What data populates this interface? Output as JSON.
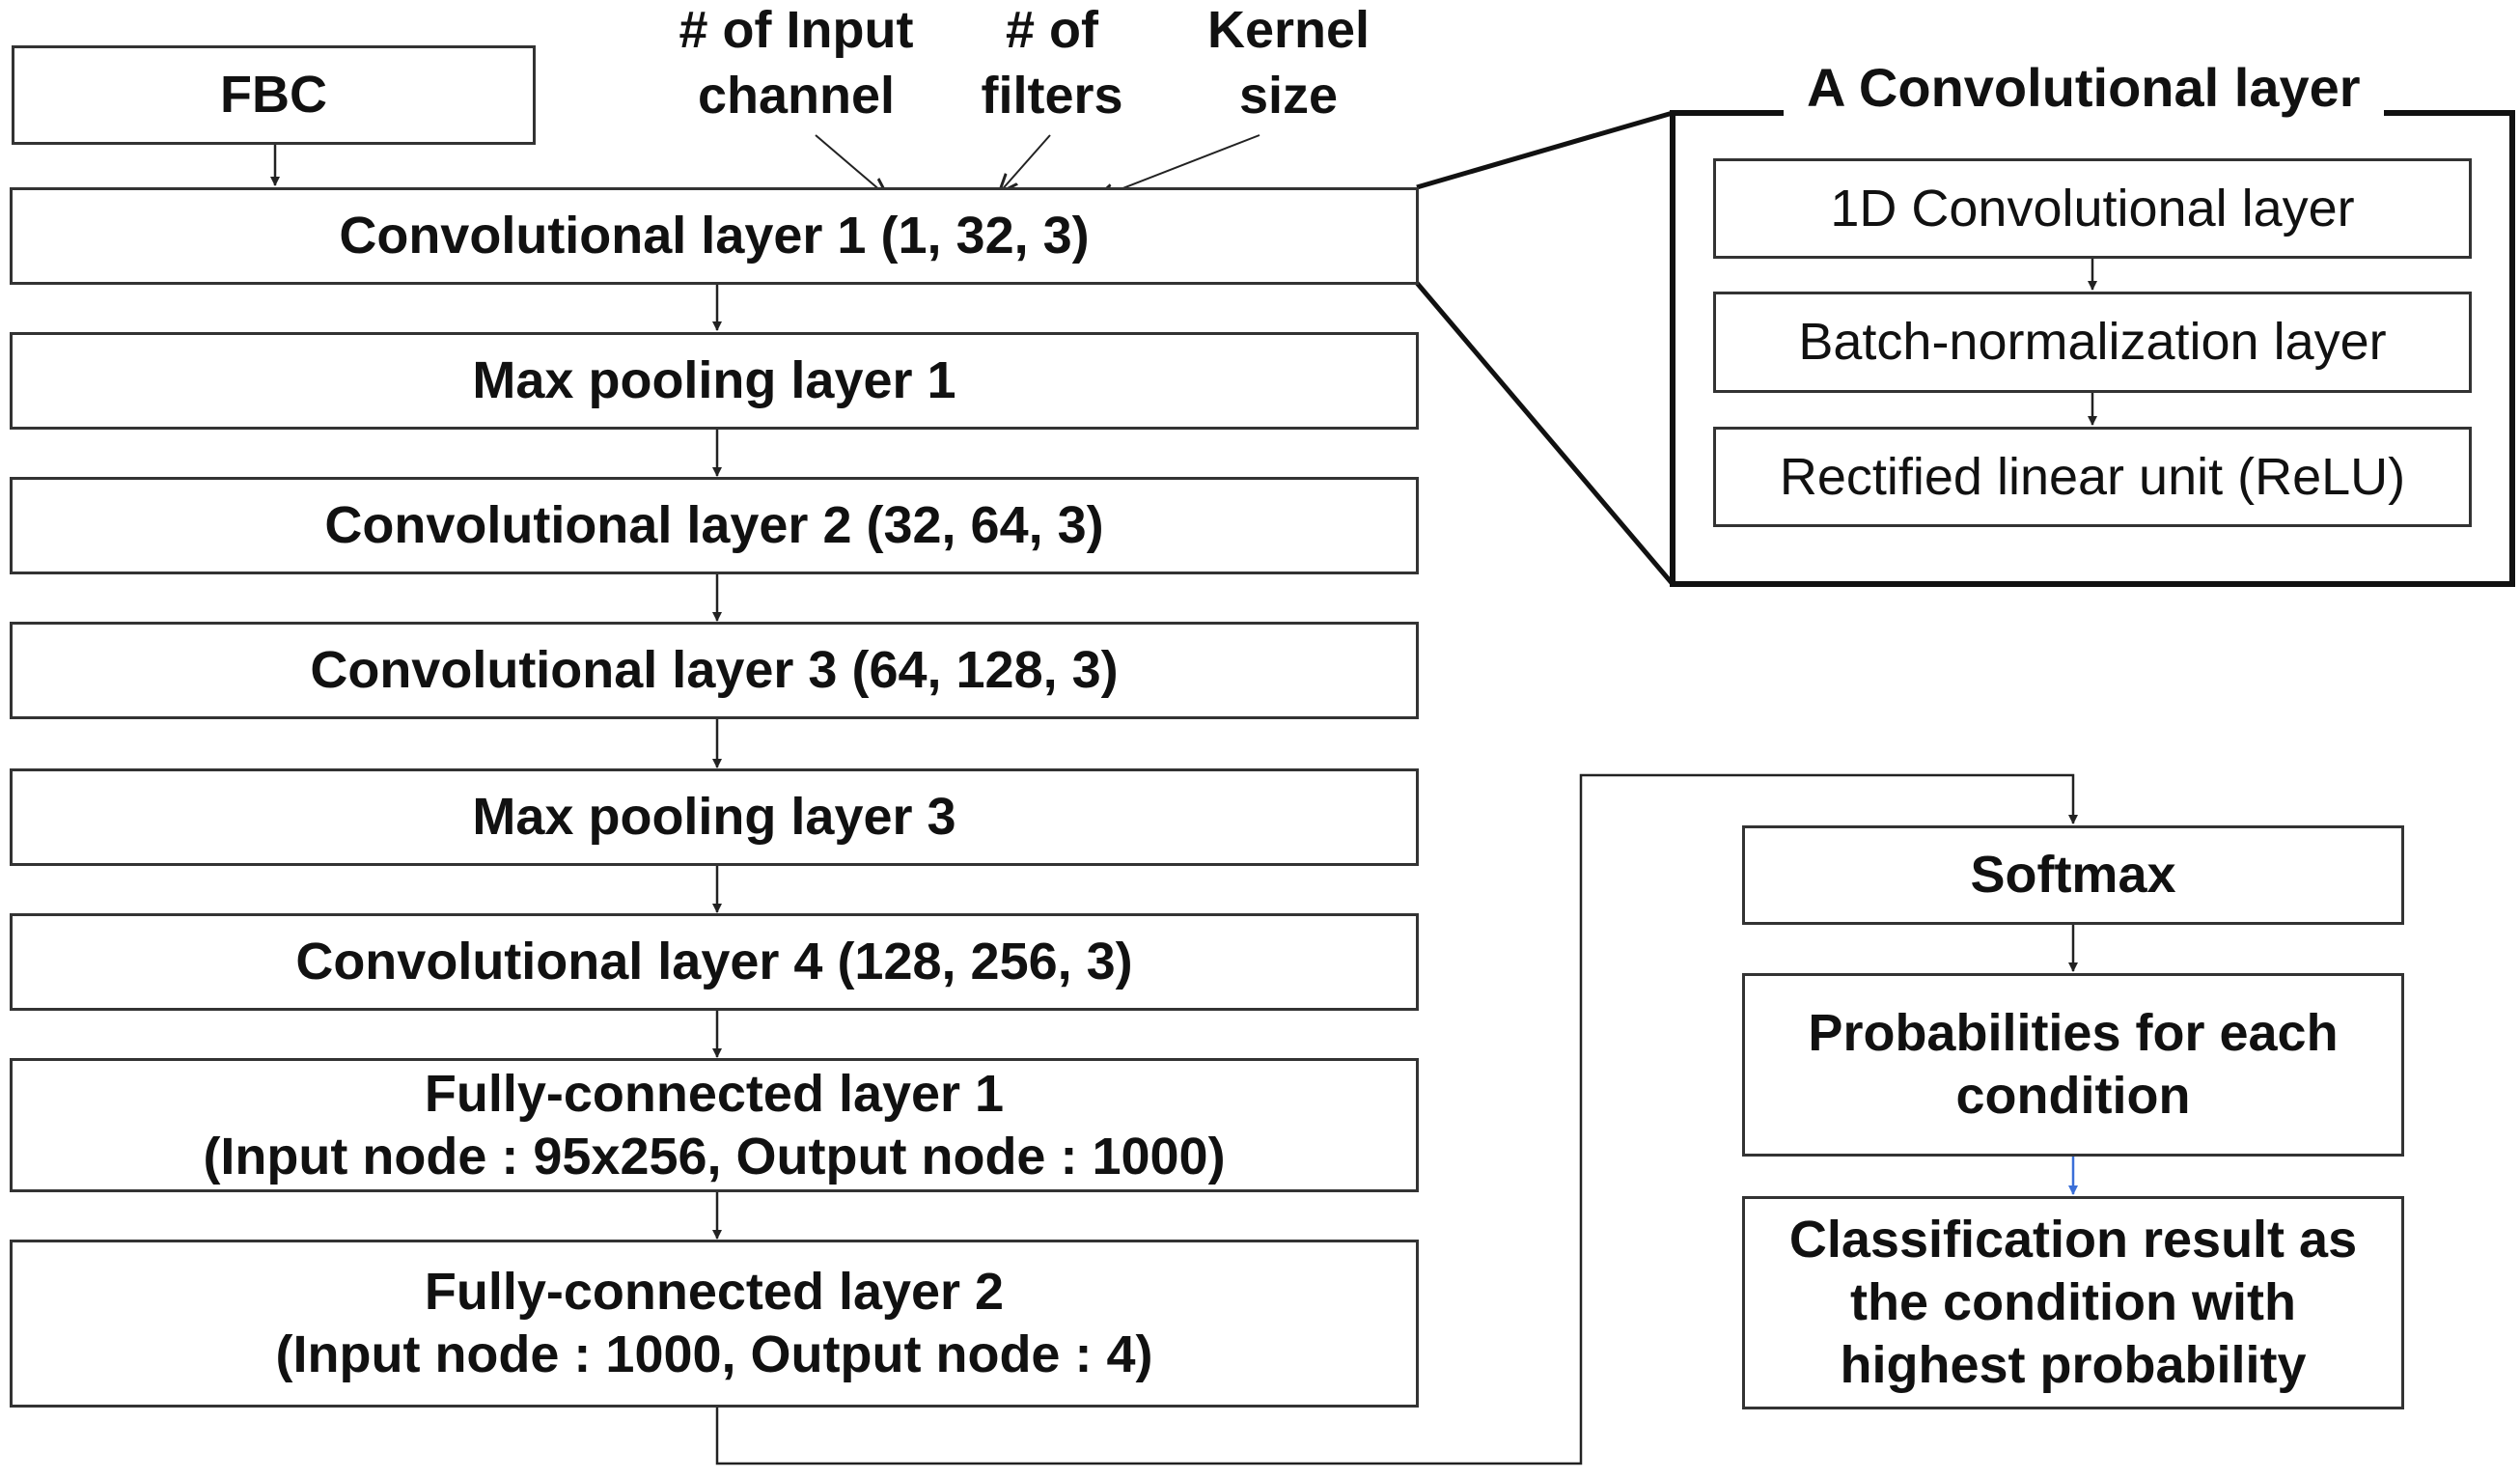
{
  "input": {
    "label": "FBC"
  },
  "annotations": {
    "input_channel": "# of Input\nchannel",
    "filters": "# of\nfilters",
    "kernel": "Kernel\nsize"
  },
  "layers": {
    "conv1": {
      "name": "Convolutional layer 1",
      "p_open": "(",
      "a": "1",
      "sep1": ", ",
      "b": "32",
      "sep2": ", ",
      "c": "3",
      "p_close": ")"
    },
    "maxpool1": "Max pooling layer 1",
    "conv2": "Convolutional layer 2 (32, 64, 3)",
    "conv3": "Convolutional layer 3 (64, 128, 3)",
    "maxpool3": "Max pooling layer 3",
    "conv4": "Convolutional layer 4 (128, 256, 3)",
    "fc1": {
      "line1": "Fully-connected layer 1",
      "line2": "(Input node : 95x256, Output node : 1000)"
    },
    "fc2": {
      "line1": "Fully-connected layer 2",
      "line2": "(Input node : 1000, Output node : 4)"
    }
  },
  "conv_detail": {
    "title": "A Convolutional layer",
    "steps": [
      "1D Convolutional layer",
      "Batch-normalization layer",
      "Rectified linear unit (ReLU)"
    ]
  },
  "output": {
    "softmax": "Softmax",
    "probabilities": {
      "line1": "Probabilities for each",
      "line2": "condition"
    },
    "result": {
      "line1": "Classification result as",
      "line2": "the condition with",
      "line3": "highest probability"
    }
  },
  "colors": {
    "highlight": "#e02020",
    "arrow": "#222222",
    "blue_arrow": "#3a6fd8"
  }
}
